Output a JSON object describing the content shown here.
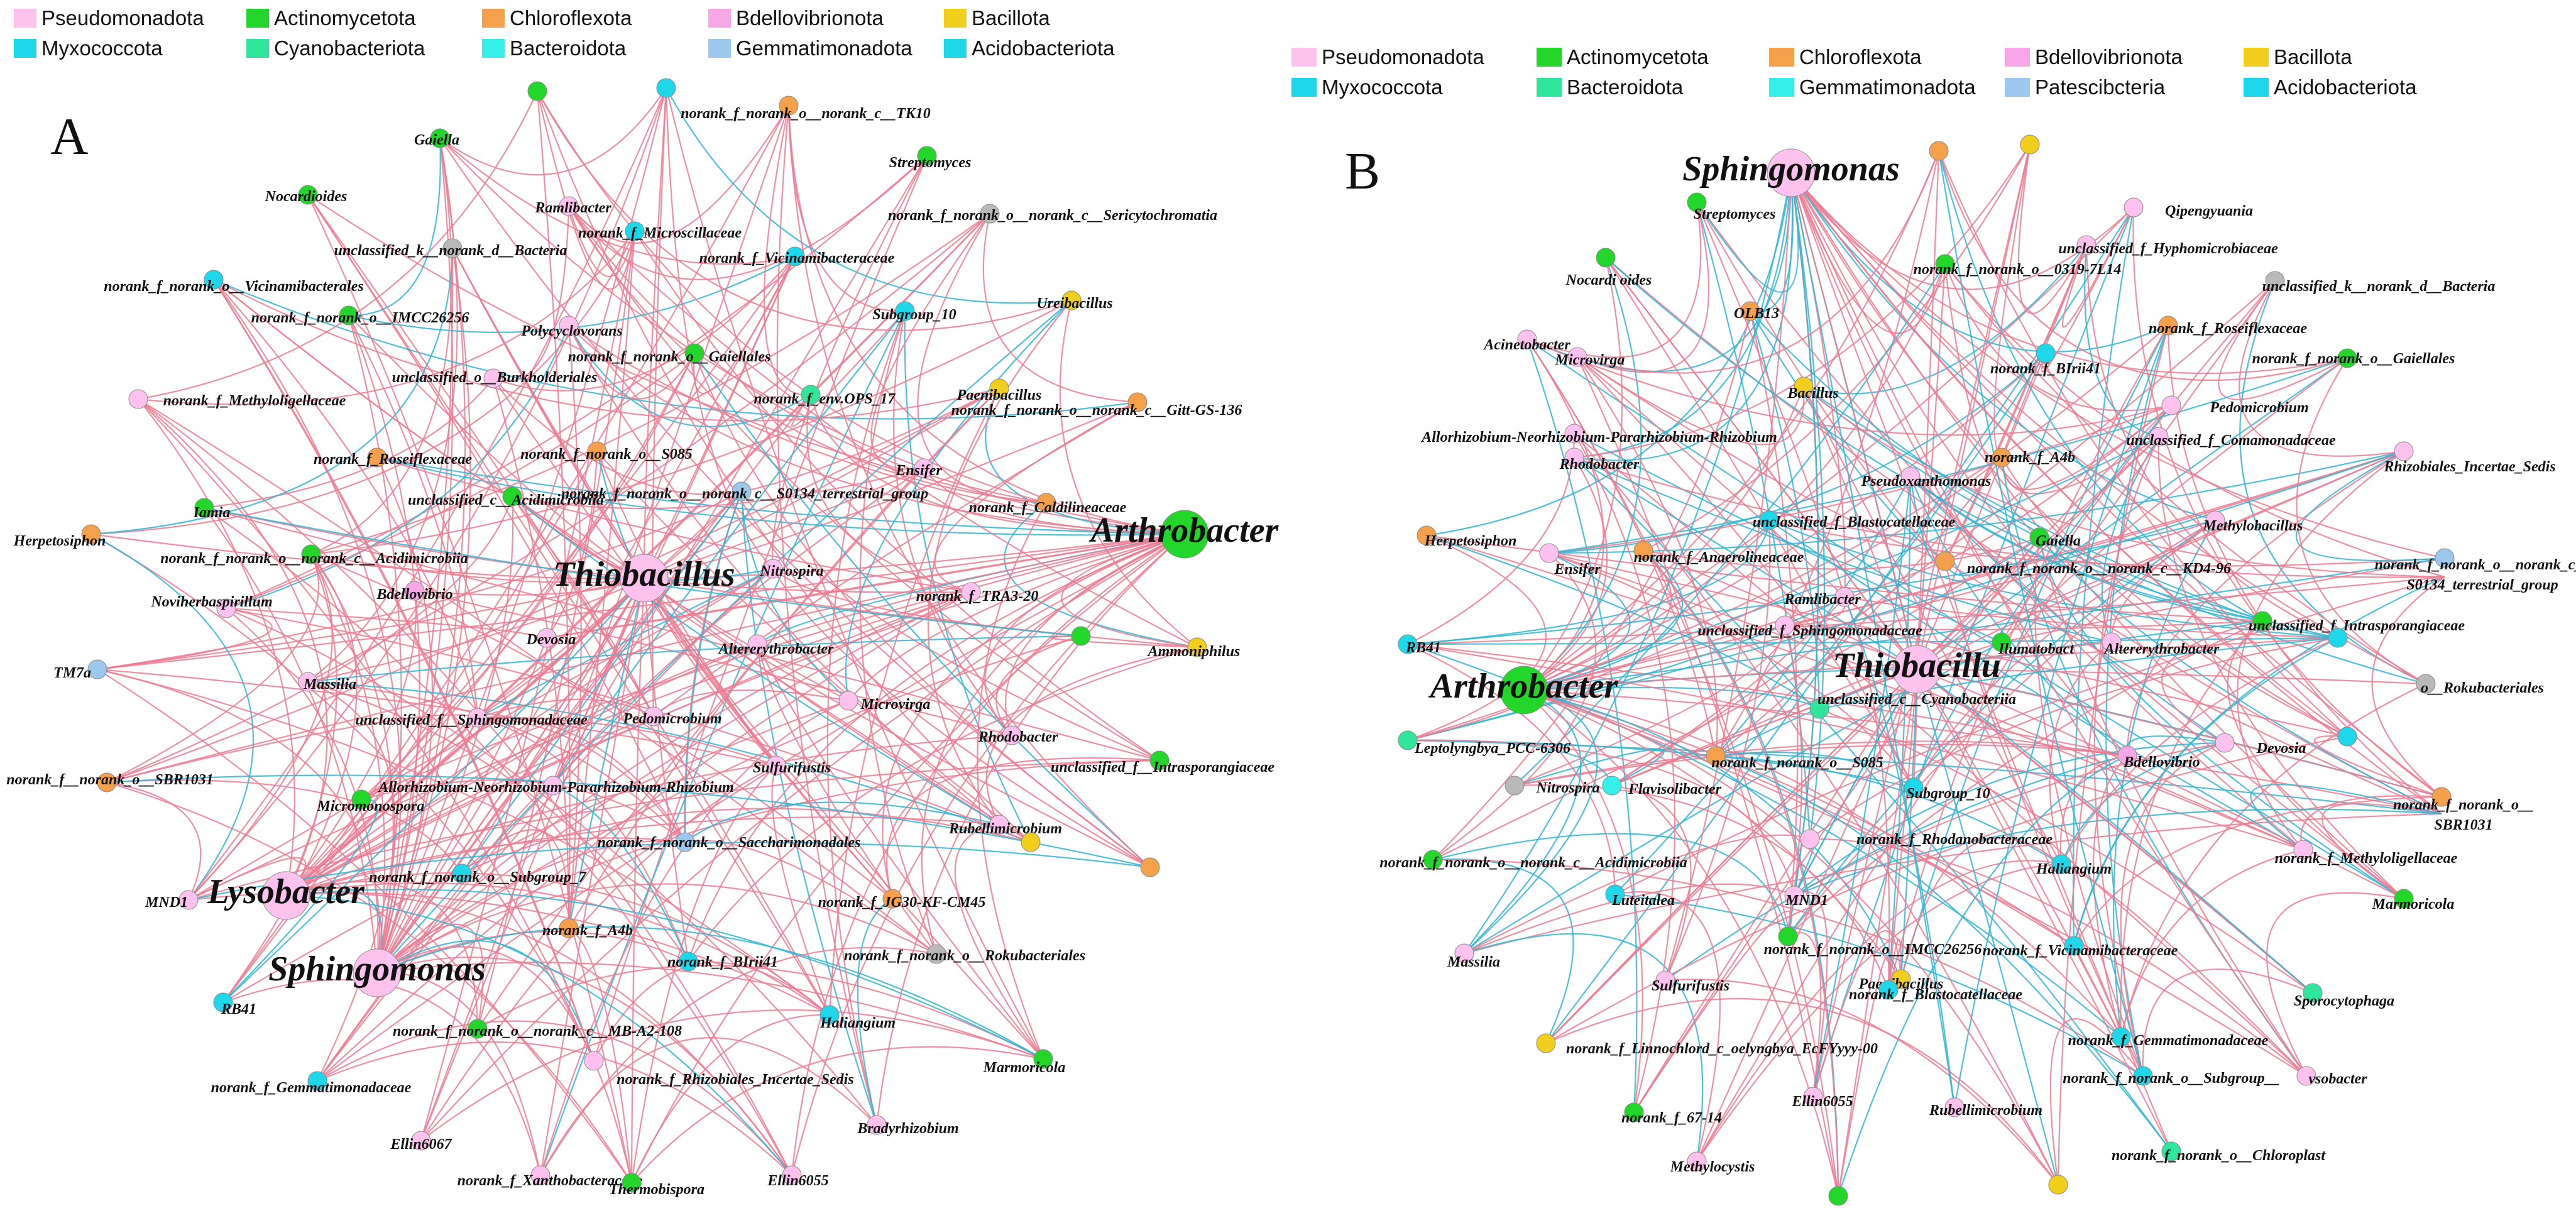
{
  "colors": {
    "pink": "#ffc2ee",
    "green": "#22d62a",
    "orange": "#f5a04a",
    "violet": "#f7a6e8",
    "gold": "#f2cf1c",
    "cyan": "#1ed7ea",
    "mint": "#2fe69c",
    "aqua": "#35f0ea",
    "lightblue": "#9cc8ee",
    "gray": "#b9b9b9",
    "edge_pos": "#ec7b93",
    "edge_neg": "#2fb6d2"
  },
  "panels": [
    {
      "letter": "A",
      "legend": [
        {
          "name": "Pseudomonadota",
          "color": "pink"
        },
        {
          "name": "Actinomycetota",
          "color": "green"
        },
        {
          "name": "Chloroflexota",
          "color": "orange"
        },
        {
          "name": "Bdellovibrionota",
          "color": "violet"
        },
        {
          "name": "Bacillota",
          "color": "gold"
        },
        {
          "name": "Myxococcota",
          "color": "cyan"
        },
        {
          "name": "Cyanobacteriota",
          "color": "mint"
        },
        {
          "name": "Bacteroidota",
          "color": "aqua"
        },
        {
          "name": "Gemmatimonadota",
          "color": "lightblue"
        },
        {
          "name": "Acidobacteriota",
          "color": "cyan"
        }
      ],
      "nodes": [
        {
          "label": "Gaiella",
          "color": "green",
          "size": 1
        },
        {
          "label": "Nocardioides",
          "color": "green",
          "size": 1
        },
        {
          "label": "Ramlibacter",
          "color": "pink",
          "size": 1
        },
        {
          "label": "norank_f_Microscillaceae",
          "color": "cyan",
          "size": 1
        },
        {
          "label": "norank_f_norank_o__norank_c__TK10",
          "color": "orange",
          "size": 1
        },
        {
          "label": "Streptomyces",
          "color": "green",
          "size": 1
        },
        {
          "label": "norank_f_norank_o__norank_c__Sericytochromatia",
          "color": "gray",
          "size": 1
        },
        {
          "label": "unclassified_k__norank_d__Bacteria",
          "color": "gray",
          "size": 1
        },
        {
          "label": "norank_f_Vicinamibacteraceae",
          "color": "cyan",
          "size": 1
        },
        {
          "label": "norank_f_norank_o__Vicinamibacterales",
          "color": "cyan",
          "size": 1
        },
        {
          "label": "norank_f_norank_o__IMCC26256",
          "color": "green",
          "size": 1
        },
        {
          "label": "Subgroup_10",
          "color": "cyan",
          "size": 1
        },
        {
          "label": "Ureibacillus",
          "color": "gold",
          "size": 1
        },
        {
          "label": "Polycyclovorans",
          "color": "pink",
          "size": 1
        },
        {
          "label": "norank_f_norank_o__Gaiellales",
          "color": "green",
          "size": 1
        },
        {
          "label": "unclassified_o__Burkholderiales",
          "color": "pink",
          "size": 1
        },
        {
          "label": "norank_f_Methyloligellaceae",
          "color": "pink",
          "size": 1
        },
        {
          "label": "norank_f_env.OPS_17",
          "color": "mint",
          "size": 1
        },
        {
          "label": "Paenibacillus",
          "color": "gold",
          "size": 1
        },
        {
          "label": "norank_f_norank_o__norank_c__Gitt-GS-136",
          "color": "orange",
          "size": 1
        },
        {
          "label": "norank_f_Roseiflexaceae",
          "color": "orange",
          "size": 1
        },
        {
          "label": "norank_f_norank_o__S085",
          "color": "orange",
          "size": 1
        },
        {
          "label": "Ensifer",
          "color": "pink",
          "size": 1
        },
        {
          "label": "norank_f_norank_o__norank_c__S0134_terrestrial_group",
          "color": "lightblue",
          "size": 1
        },
        {
          "label": "norank_f_Caldilineaceae",
          "color": "orange",
          "size": 1
        },
        {
          "label": "Herpetosiphon",
          "color": "orange",
          "size": 1
        },
        {
          "label": "Iamia",
          "color": "green",
          "size": 1
        },
        {
          "label": "unclassified_c__Acidimicrobiia",
          "color": "green",
          "size": 1
        },
        {
          "label": "Arthrobacter",
          "color": "green",
          "size": 3
        },
        {
          "label": "norank_f_norank_o__norank_c__Acidimicrobiia",
          "color": "green",
          "size": 1
        },
        {
          "label": "Thiobacillus",
          "color": "pink",
          "size": 3
        },
        {
          "label": "Nitrospira",
          "color": "pink",
          "size": 1
        },
        {
          "label": "norank_f_TRA3-20",
          "color": "pink",
          "size": 1
        },
        {
          "label": "Bdellovibrio",
          "color": "violet",
          "size": 1
        },
        {
          "label": "Noviherbaspirillum",
          "color": "pink",
          "size": 1
        },
        {
          "label": "Devosia",
          "color": "pink",
          "size": 1
        },
        {
          "label": "Altererythrobacter",
          "color": "pink",
          "size": 1
        },
        {
          "label": "Ammoniphilus",
          "color": "gold",
          "size": 1
        },
        {
          "label": "TM7a",
          "color": "lightblue",
          "size": 1
        },
        {
          "label": "Massilia",
          "color": "pink",
          "size": 1
        },
        {
          "label": "Microvirga",
          "color": "pink",
          "size": 1
        },
        {
          "label": "unclassified_f__Sphingomonadaceae",
          "color": "pink",
          "size": 1
        },
        {
          "label": "Pedomicrobium",
          "color": "pink",
          "size": 1
        },
        {
          "label": "Rhodobacter",
          "color": "pink",
          "size": 1
        },
        {
          "label": "norank_f__norank_o__SBR1031",
          "color": "orange",
          "size": 1
        },
        {
          "label": "Sulfurifustis",
          "color": "pink",
          "size": 1
        },
        {
          "label": "unclassified_f__Intrasporangiaceae",
          "color": "green",
          "size": 1
        },
        {
          "label": "Allorhizobium-Neorhizobium-Pararhizobium-Rhizobium",
          "color": "pink",
          "size": 1
        },
        {
          "label": "Micromonospora",
          "color": "green",
          "size": 1
        },
        {
          "label": "Rubellimicrobium",
          "color": "pink",
          "size": 1
        },
        {
          "label": "norank_f_norank_o__Saccharimonadales",
          "color": "lightblue",
          "size": 1
        },
        {
          "label": "MND1",
          "color": "pink",
          "size": 1
        },
        {
          "label": "norank_f_norank_o__Subgroup_7",
          "color": "cyan",
          "size": 1
        },
        {
          "label": "Lysobacter",
          "color": "pink",
          "size": 3
        },
        {
          "label": "norank_f_JG30-KF-CM45",
          "color": "orange",
          "size": 1
        },
        {
          "label": "norank_f_A4b",
          "color": "orange",
          "size": 1
        },
        {
          "label": "norank_f_BIrii41",
          "color": "cyan",
          "size": 1
        },
        {
          "label": "norank_f_norank_o__Rokubacteriales",
          "color": "gray",
          "size": 1
        },
        {
          "label": "Sphingomonas",
          "color": "pink",
          "size": 3
        },
        {
          "label": "RB41",
          "color": "cyan",
          "size": 1
        },
        {
          "label": "Haliangium",
          "color": "cyan",
          "size": 1
        },
        {
          "label": "norank_f_norank_o__norank_c__MB-A2-108",
          "color": "green",
          "size": 1
        },
        {
          "label": "norank_f_Gemmatimonadaceae",
          "color": "cyan",
          "size": 1
        },
        {
          "label": "norank_f_Rhizobiales_Incertae_Sedis",
          "color": "pink",
          "size": 1
        },
        {
          "label": "Marmoricola",
          "color": "green",
          "size": 1
        },
        {
          "label": "Bradyrhizobium",
          "color": "pink",
          "size": 1
        },
        {
          "label": "Ellin6067",
          "color": "pink",
          "size": 1
        },
        {
          "label": "norank_f_Xanthobacteraceae",
          "color": "pink",
          "size": 1
        },
        {
          "label": "Thermobispora",
          "color": "green",
          "size": 1
        },
        {
          "label": "Ellin6055",
          "color": "pink",
          "size": 1
        },
        {
          "label": "",
          "color": "cyan",
          "size": 1
        },
        {
          "label": "",
          "color": "green",
          "size": 1
        },
        {
          "label": "",
          "color": "green",
          "size": 1
        },
        {
          "label": "",
          "color": "gold",
          "size": 1
        },
        {
          "label": "",
          "color": "orange",
          "size": 1
        }
      ]
    },
    {
      "letter": "B",
      "legend": [
        {
          "name": "Pseudomonadota",
          "color": "pink"
        },
        {
          "name": "Actinomycetota",
          "color": "green"
        },
        {
          "name": "Chloroflexota",
          "color": "orange"
        },
        {
          "name": "Bdellovibrionota",
          "color": "violet"
        },
        {
          "name": "Bacillota",
          "color": "gold"
        },
        {
          "name": "Myxococcota",
          "color": "cyan"
        },
        {
          "name": "Bacteroidota",
          "color": "mint"
        },
        {
          "name": "Gemmatimonadota",
          "color": "aqua"
        },
        {
          "name": "Patescibcteria",
          "color": "lightblue"
        },
        {
          "name": "Acidobacteriota",
          "color": "cyan"
        }
      ],
      "nodes": [
        {
          "label": "Sphingomonas",
          "color": "pink",
          "size": 3
        },
        {
          "label": "Streptomyces",
          "color": "green",
          "size": 1
        },
        {
          "label": "Qipengyuania",
          "color": "pink",
          "size": 1
        },
        {
          "label": "Nocardi oides",
          "color": "green",
          "size": 1
        },
        {
          "label": "unclassified_f_Hyphomicrobiaceae",
          "color": "pink",
          "size": 1
        },
        {
          "label": "norank_f_norank_o__0319-7L14",
          "color": "green",
          "size": 1
        },
        {
          "label": "unclassified_k__norank_d__Bacteria",
          "color": "gray",
          "size": 1
        },
        {
          "label": "OLB13",
          "color": "orange",
          "size": 1
        },
        {
          "label": "Acinetobacter",
          "color": "pink",
          "size": 1
        },
        {
          "label": "norank_f_Roseiflexaceae",
          "color": "orange",
          "size": 1
        },
        {
          "label": "Microvirga",
          "color": "pink",
          "size": 1
        },
        {
          "label": "norank_f_BIrii41",
          "color": "cyan",
          "size": 1
        },
        {
          "label": "norank_f_norank_o__Gaiellales",
          "color": "green",
          "size": 1
        },
        {
          "label": "Bacillus",
          "color": "gold",
          "size": 1
        },
        {
          "label": "Pedomicrobium",
          "color": "pink",
          "size": 1
        },
        {
          "label": "Allorhizobium-Neorhizobium-Pararhizobium-Rhizobium",
          "color": "pink",
          "size": 1
        },
        {
          "label": "unclassified_f_Comamonadaceae",
          "color": "pink",
          "size": 1
        },
        {
          "label": "norank_f_A4b",
          "color": "orange",
          "size": 1
        },
        {
          "label": "Rhodobacter",
          "color": "pink",
          "size": 1
        },
        {
          "label": "Rhizobiales_Incertae_Sedis",
          "color": "pink",
          "size": 1
        },
        {
          "label": "Pseudoxanthomonas",
          "color": "pink",
          "size": 1
        },
        {
          "label": "unclassified_f_Blastocatellaceae",
          "color": "cyan",
          "size": 1
        },
        {
          "label": "Methylobacillus",
          "color": "pink",
          "size": 1
        },
        {
          "label": "Herpetosiphon",
          "color": "orange",
          "size": 1
        },
        {
          "label": "Gaiella",
          "color": "green",
          "size": 1
        },
        {
          "label": "norank_f_norank_o__norank_c__",
          "color": "lightblue",
          "size": 1
        },
        {
          "label": "S0134_terrestrial_group",
          "color": "lightblue",
          "size": 0
        },
        {
          "label": "Ensifer",
          "color": "pink",
          "size": 1
        },
        {
          "label": "norank_f_Anaerolineaceae",
          "color": "orange",
          "size": 1
        },
        {
          "label": "norank_f_norank_o__norank_c__KD4-96",
          "color": "orange",
          "size": 1
        },
        {
          "label": "Ramlibacter",
          "color": "pink",
          "size": 1
        },
        {
          "label": "unclassified_f_Intrasporangiaceae",
          "color": "green",
          "size": 1
        },
        {
          "label": "RB41",
          "color": "cyan",
          "size": 1
        },
        {
          "label": "unclassified_f_Sphingomonadaceae",
          "color": "pink",
          "size": 1
        },
        {
          "label": "Ilumatobact",
          "color": "green",
          "size": 1
        },
        {
          "label": "Altererythrobacter",
          "color": "pink",
          "size": 1
        },
        {
          "label": "Thiobacillu",
          "color": "pink",
          "size": 3
        },
        {
          "label": "o__Rokubacteriales",
          "color": "gray",
          "size": 1
        },
        {
          "label": "Arthrobacter",
          "color": "green",
          "size": 3
        },
        {
          "label": "unclassified_c__Cyanobacteriia",
          "color": "mint",
          "size": 1
        },
        {
          "label": "Leptolyngbya_PCC-6306",
          "color": "mint",
          "size": 1
        },
        {
          "label": "Devosia",
          "color": "pink",
          "size": 1
        },
        {
          "label": "Bdellovibrio",
          "color": "violet",
          "size": 1
        },
        {
          "label": "norank_f_norank_o__S085",
          "color": "orange",
          "size": 1
        },
        {
          "label": "Nitrospira",
          "color": "gray",
          "size": 1
        },
        {
          "label": "Flavisolibacter",
          "color": "aqua",
          "size": 1
        },
        {
          "label": "Subgroup_10",
          "color": "cyan",
          "size": 1
        },
        {
          "label": "norank_f_norank_o__",
          "color": "orange",
          "size": 1
        },
        {
          "label": "SBR1031",
          "color": "orange",
          "size": 0
        },
        {
          "label": "norank_f_Rhodanobacteraceae",
          "color": "pink",
          "size": 1
        },
        {
          "label": "norank_f_norank_o__norank_c__Acidimicrobiia",
          "color": "green",
          "size": 1
        },
        {
          "label": "Haliangium",
          "color": "cyan",
          "size": 1
        },
        {
          "label": "norank_f_Methyloligellaceae",
          "color": "pink",
          "size": 1
        },
        {
          "label": "Luteitalea",
          "color": "cyan",
          "size": 1
        },
        {
          "label": "MND1",
          "color": "pink",
          "size": 1
        },
        {
          "label": "Marmoricola",
          "color": "green",
          "size": 1
        },
        {
          "label": "norank_f_norank_o__IMCC26256",
          "color": "green",
          "size": 1
        },
        {
          "label": "norank_f_Vicinamibacteraceae",
          "color": "cyan",
          "size": 1
        },
        {
          "label": "Massilia",
          "color": "pink",
          "size": 1
        },
        {
          "label": "Paenibacillus",
          "color": "gold",
          "size": 1
        },
        {
          "label": "Sulfurifustis",
          "color": "pink",
          "size": 1
        },
        {
          "label": "norank_f_Blastocatellaceae",
          "color": "cyan",
          "size": 1
        },
        {
          "label": "Sporocytophaga",
          "color": "mint",
          "size": 1
        },
        {
          "label": "norank_f_Gemmatimonadaceae",
          "color": "cyan",
          "size": 1
        },
        {
          "label": "norank_f_Linnochlord_c_oelyngbya_EcFYyyy-00",
          "color": "gold",
          "size": 1
        },
        {
          "label": "norank_f_norank_o__Subgroup__",
          "color": "cyan",
          "size": 1
        },
        {
          "label": "vsobacter",
          "color": "pink",
          "size": 1
        },
        {
          "label": "Ellin6055",
          "color": "pink",
          "size": 1
        },
        {
          "label": "Rubellimicrobium",
          "color": "pink",
          "size": 1
        },
        {
          "label": "norank_f_67-14",
          "color": "green",
          "size": 1
        },
        {
          "label": "norank_f_norank_o__Chloroplast",
          "color": "mint",
          "size": 1
        },
        {
          "label": "Methylocystis",
          "color": "pink",
          "size": 1
        },
        {
          "label": "",
          "color": "gold",
          "size": 1
        },
        {
          "label": "",
          "color": "orange",
          "size": 1
        },
        {
          "label": "",
          "color": "cyan",
          "size": 1
        },
        {
          "label": "",
          "color": "cyan",
          "size": 1
        },
        {
          "label": "",
          "color": "green",
          "size": 1
        },
        {
          "label": "",
          "color": "gold",
          "size": 1
        }
      ]
    }
  ]
}
